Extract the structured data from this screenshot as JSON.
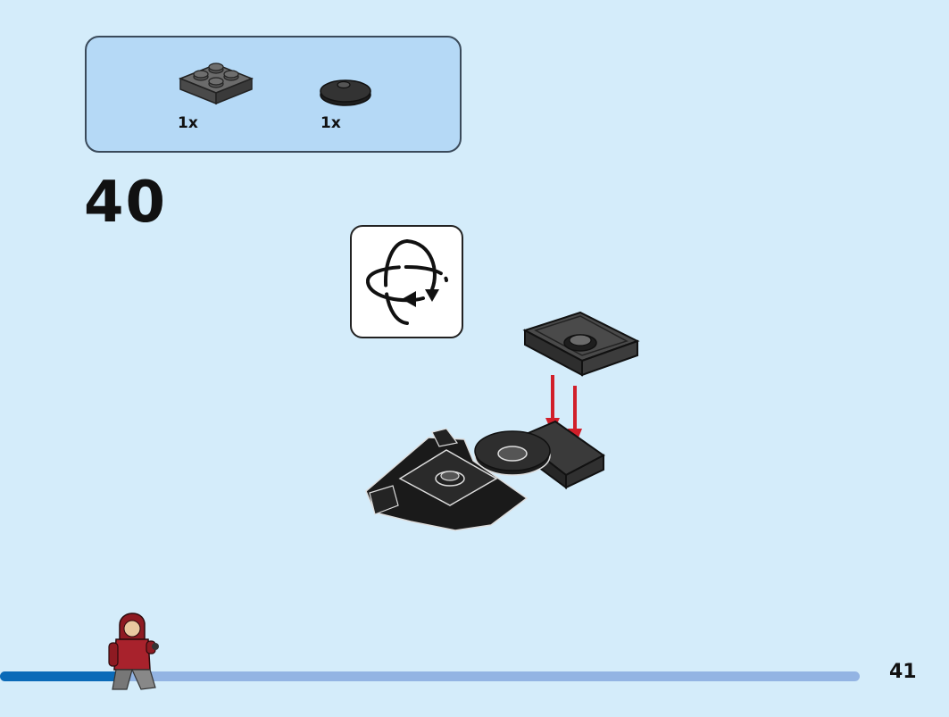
{
  "parts_list": {
    "items": [
      {
        "icon": "plate-2x2-icon",
        "qty": "1x",
        "color": "#5a5a5a"
      },
      {
        "icon": "round-tile-2x2-icon",
        "qty": "1x",
        "color": "#2a2a2a"
      }
    ]
  },
  "step": {
    "number": "40"
  },
  "rotate_hint": {
    "icon": "rotate-model-icon"
  },
  "progress": {
    "fraction": 0.14,
    "fill_color": "#0a6ab8",
    "track_color": "#93b4e3"
  },
  "page": {
    "number": "41"
  },
  "colors": {
    "background": "#d4ecfa",
    "parts_box": "#b5d9f6",
    "arrow": "#d11f2a"
  }
}
